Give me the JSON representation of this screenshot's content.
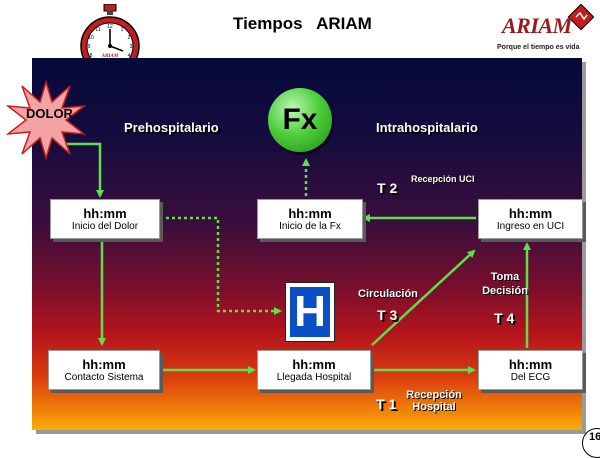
{
  "header": {
    "title": "Tiempos   ARIAM",
    "logo_text": "ARIAM",
    "logo_tagline": "Porque el tiempo es vida",
    "stopwatch_badge": "ARIAM"
  },
  "sections": {
    "pre": "Prehospitalario",
    "intra": "Intrahospitalario"
  },
  "start": {
    "label": "DOLOR"
  },
  "fx": {
    "label": "Fx"
  },
  "hospital": {
    "label": "H"
  },
  "boxes": {
    "inicio_dolor": {
      "time": "hh:mm",
      "label": "Inicio del Dolor"
    },
    "inicio_fx": {
      "time": "hh:mm",
      "label": "Inicio de la Fx"
    },
    "ingreso_uci": {
      "time": "hh:mm",
      "label": "Ingreso en UCI"
    },
    "contacto": {
      "time": "hh:mm",
      "label": "Contacto Sistema"
    },
    "llegada": {
      "time": "hh:mm",
      "label": "Llegada Hospital"
    },
    "ecg": {
      "time": "hh:mm",
      "label": "Del  ECG"
    }
  },
  "intervals": {
    "t1": {
      "label": "T 1",
      "desc": "Recepción Hospital"
    },
    "t2": {
      "label": "T 2",
      "desc": "Recepción UCI"
    },
    "t3": {
      "label": "T 3",
      "desc": "Circulación"
    },
    "t4": {
      "label": "T 4",
      "desc": "Toma Decisión"
    }
  },
  "page": {
    "number": "16"
  },
  "colors": {
    "arrow": "#5ee04c",
    "hospital_blue": "#0b4fc4",
    "burst": "#f3a3a3"
  }
}
